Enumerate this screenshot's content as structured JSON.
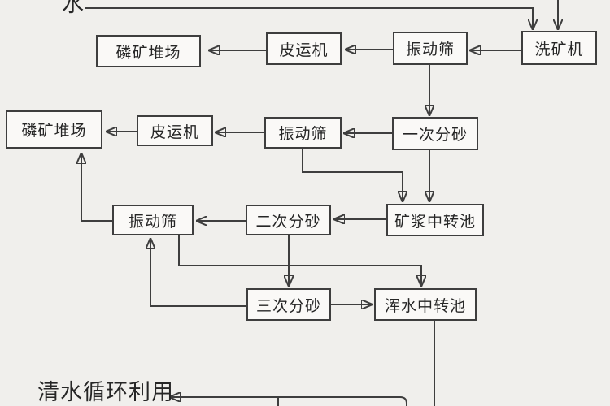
{
  "diagram": {
    "type": "flowchart",
    "language": "zh-CN",
    "subject": "phosphate-ore-washing-water-recycle-process",
    "colors": {
      "background": "#f0efec",
      "line": "#3e3e3e",
      "box_fill": "#faf9f7",
      "text": "#262626"
    },
    "nodes": [
      {
        "id": "water-source",
        "label": "水"
      },
      {
        "id": "stockpile-1",
        "label": "磷矿堆场"
      },
      {
        "id": "conveyor-1",
        "label": "皮运机"
      },
      {
        "id": "screen-1",
        "label": "振动筛"
      },
      {
        "id": "washer",
        "label": "洗矿机"
      },
      {
        "id": "stockpile-2",
        "label": "磷矿堆场"
      },
      {
        "id": "conveyor-2",
        "label": "皮运机"
      },
      {
        "id": "screen-2",
        "label": "振动筛"
      },
      {
        "id": "sand-separation-1",
        "label": "一次分砂"
      },
      {
        "id": "screen-3",
        "label": "振动筛"
      },
      {
        "id": "sand-separation-2",
        "label": "二次分砂"
      },
      {
        "id": "slurry-transfer-pool",
        "label": "矿浆中转池"
      },
      {
        "id": "sand-separation-3",
        "label": "三次分砂"
      },
      {
        "id": "muddy-water-transfer-pool",
        "label": "浑水中转池"
      },
      {
        "id": "clean-water-reuse",
        "label": "清水循环利用"
      }
    ],
    "edges": [
      {
        "from": "water-source",
        "to": "washer"
      },
      {
        "from": "off-screen-top",
        "to": "washer"
      },
      {
        "from": "washer",
        "to": "screen-1"
      },
      {
        "from": "screen-1",
        "to": "conveyor-1"
      },
      {
        "from": "conveyor-1",
        "to": "stockpile-1"
      },
      {
        "from": "screen-1",
        "to": "sand-separation-1"
      },
      {
        "from": "sand-separation-1",
        "to": "screen-2"
      },
      {
        "from": "screen-2",
        "to": "conveyor-2"
      },
      {
        "from": "conveyor-2",
        "to": "stockpile-2"
      },
      {
        "from": "screen-2",
        "to": "slurry-transfer-pool"
      },
      {
        "from": "sand-separation-1",
        "to": "slurry-transfer-pool"
      },
      {
        "from": "slurry-transfer-pool",
        "to": "sand-separation-2"
      },
      {
        "from": "sand-separation-2",
        "to": "screen-3"
      },
      {
        "from": "screen-3",
        "to": "stockpile-2"
      },
      {
        "from": "sand-separation-2",
        "to": "sand-separation-3"
      },
      {
        "from": "sand-separation-3",
        "to": "screen-3"
      },
      {
        "from": "screen-3",
        "to": "muddy-water-transfer-pool"
      },
      {
        "from": "sand-separation-3",
        "to": "muddy-water-transfer-pool"
      },
      {
        "from": "muddy-water-transfer-pool",
        "to": "off-screen-bottom"
      },
      {
        "from": "off-screen-bottom",
        "to": "clean-water-reuse"
      }
    ]
  }
}
